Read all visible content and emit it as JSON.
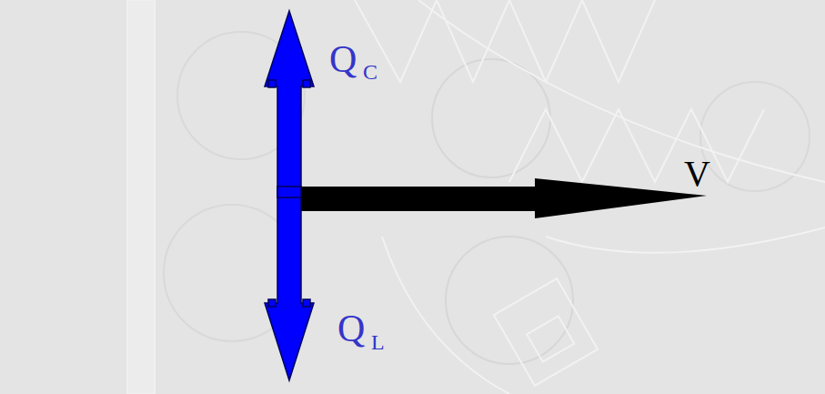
{
  "diagram": {
    "labels": [
      "Q",
      "C",
      "Q",
      "L",
      "V"
    ]
  }
}
